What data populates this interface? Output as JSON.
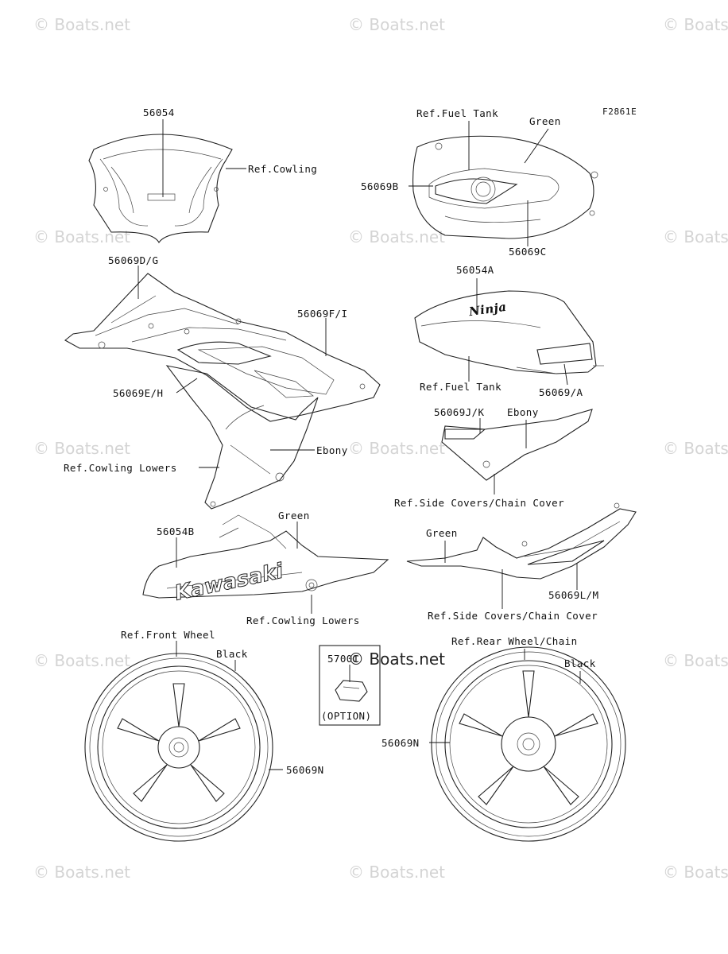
{
  "figure_code": "F2861E",
  "watermark": "© Boats.net",
  "center_watermark": "© Boats.net",
  "labels": {
    "p56054": "56054",
    "ref_cowling": "Ref.Cowling",
    "ref_fuel_tank_top": "Ref.Fuel Tank",
    "green_tank": "Green",
    "p56069B": "56069B",
    "p56069C": "56069C",
    "p56069DG": "56069D/G",
    "p56069FI": "56069F/I",
    "p56069EH": "56069E/H",
    "ebony_cowl": "Ebony",
    "ref_cowling_lowers_1": "Ref.Cowling Lowers",
    "p56054A": "56054A",
    "ref_fuel_tank_2": "Ref.Fuel Tank",
    "p56069A": "56069/A",
    "p56069JK": "56069J/K",
    "ebony_side": "Ebony",
    "ref_side_covers_1": "Ref.Side Covers/Chain Cover",
    "p56054B": "56054B",
    "green_lower": "Green",
    "ref_cowling_lowers_2": "Ref.Cowling Lowers",
    "green_side": "Green",
    "p56069LM": "56069L/M",
    "ref_side_covers_2": "Ref.Side Covers/Chain Cover",
    "ref_front_wheel": "Ref.Front Wheel",
    "black_front": "Black",
    "p56069N_front": "56069N",
    "p57001": "57001",
    "option": "(OPTION)",
    "ref_rear_wheel": "Ref.Rear Wheel/Chain",
    "black_rear": "Black",
    "p56069N_rear": "56069N"
  },
  "decals": {
    "kawasaki": "Kawasaki",
    "ninja": "Ninja"
  }
}
